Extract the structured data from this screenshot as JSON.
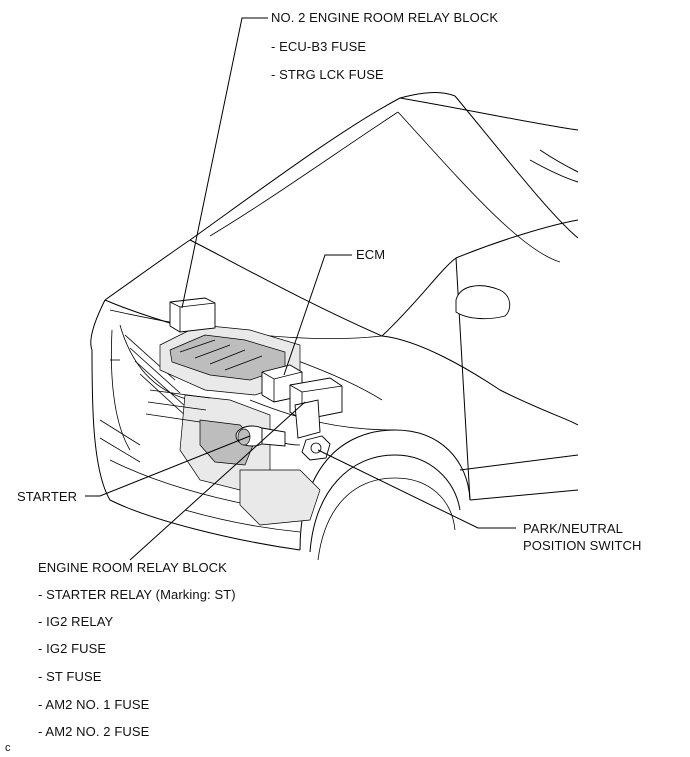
{
  "callouts": {
    "relay_block_2": {
      "title": "NO. 2 ENGINE ROOM RELAY BLOCK",
      "items": [
        "- ECU-B3 FUSE",
        "- STRG LCK FUSE"
      ]
    },
    "ecm": {
      "title": "ECM"
    },
    "starter": {
      "title": "STARTER"
    },
    "park_neutral": {
      "line1": "PARK/NEUTRAL",
      "line2": "POSITION SWITCH"
    },
    "relay_block": {
      "title": "ENGINE ROOM RELAY BLOCK",
      "items": [
        "- STARTER RELAY (Marking: ST)",
        "- IG2 RELAY",
        "- IG2 FUSE",
        "- ST FUSE",
        "- AM2 NO. 1 FUSE",
        "- AM2 NO. 2 FUSE"
      ]
    }
  },
  "figure_code": "c"
}
